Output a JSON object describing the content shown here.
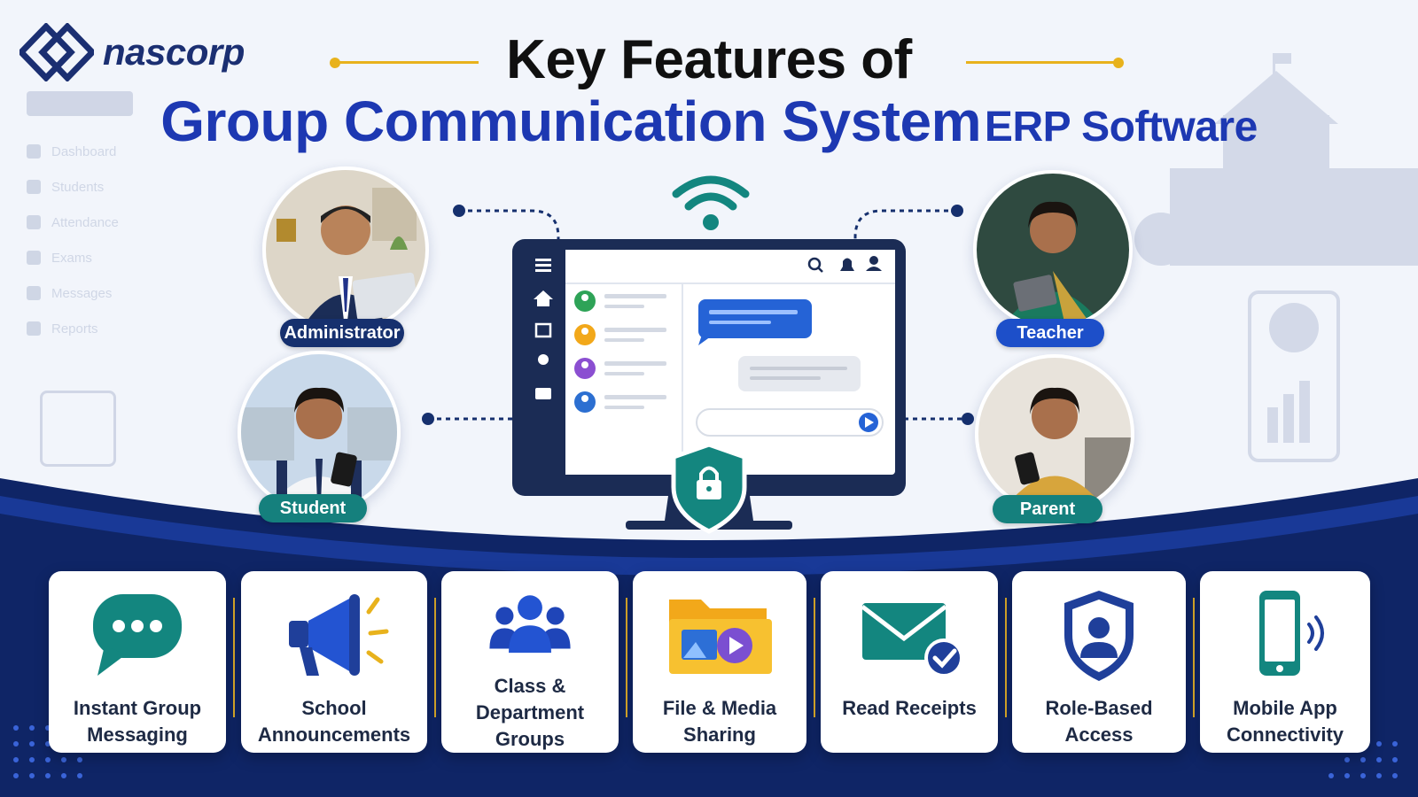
{
  "brand": {
    "name": "nascorp"
  },
  "title": {
    "line1": "Key Features of",
    "line2_main": "Group Communication System",
    "line2_suffix": "ERP Software"
  },
  "background_menu": [
    "Dashboard",
    "Students",
    "Attendance",
    "Exams",
    "Messages",
    "Reports"
  ],
  "roles": {
    "administrator": "Administrator",
    "teacher": "Teacher",
    "student": "Student",
    "parent": "Parent"
  },
  "features": [
    {
      "label": "Instant Group\nMessaging",
      "icon": "chat-bubble-icon"
    },
    {
      "label": "School\nAnnouncements",
      "icon": "megaphone-icon"
    },
    {
      "label": "Class & Department\nGroups",
      "icon": "group-people-icon"
    },
    {
      "label": "File & Media\nSharing",
      "icon": "media-folder-icon"
    },
    {
      "label": "Read Receipts",
      "icon": "envelope-check-icon"
    },
    {
      "label": "Role-Based\nAccess",
      "icon": "shield-user-icon"
    },
    {
      "label": "Mobile App\nConnectivity",
      "icon": "mobile-wireless-icon"
    }
  ],
  "colors": {
    "navy": "#16306e",
    "blue": "#1d38b2",
    "teal": "#15807d",
    "gold": "#e8b21c"
  }
}
